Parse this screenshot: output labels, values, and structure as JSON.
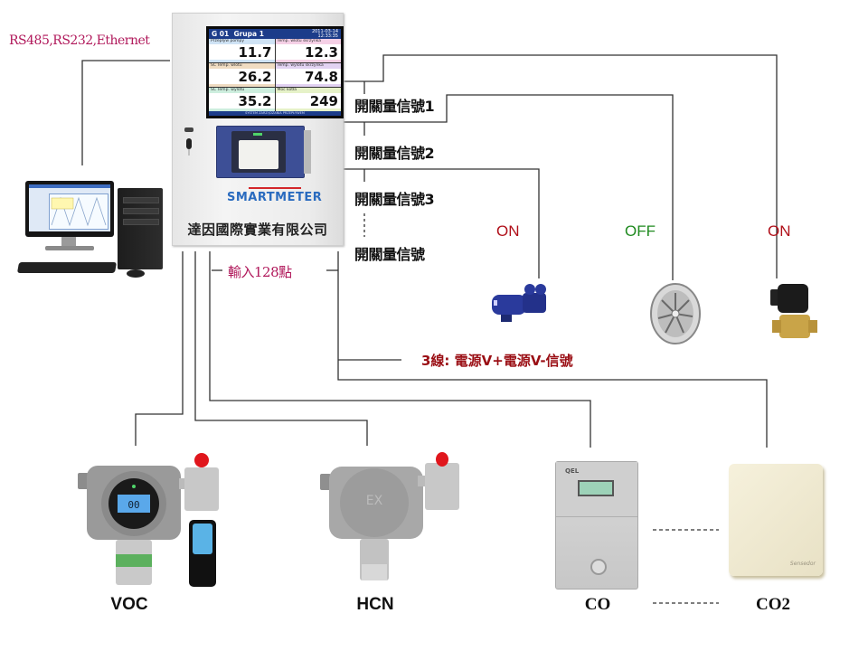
{
  "comm": {
    "label": "RS485,RS232,Ethernet"
  },
  "controller": {
    "screen": {
      "header_id": "G 01",
      "header_group": "Grupa 1",
      "header_date": "2011-03-14",
      "header_time": "12:33:35",
      "cells": [
        {
          "caption": "Przepływ pompy",
          "value": "11.7",
          "color": "#cfe3f5"
        },
        {
          "caption": "Temp. wlotu skrzynka",
          "value": "12.3",
          "color": "#f5d0e6"
        },
        {
          "caption": "SC Temp. wlotu",
          "value": "26.2",
          "color": "#f0dcc2"
        },
        {
          "caption": "Temp. wylotu skrzynka",
          "value": "74.8",
          "color": "#e2d2f2"
        },
        {
          "caption": "SC Temp. wylotu",
          "value": "35.2",
          "color": "#cdeede"
        },
        {
          "caption": "Moc kotła",
          "value": "249",
          "color": "#e6f2c8"
        }
      ],
      "footer": "SYSTEM ZARZĄDZANIA PRZEPŁYWEM"
    },
    "brand": "SMARTMETER",
    "company": "達因國際實業有限公司"
  },
  "signals": {
    "output_1": "開關量信號1",
    "output_2": "開關量信號2",
    "output_3": "開關量信號3",
    "output_n": "開關量信號"
  },
  "inputs": {
    "count_label": "輸入128點",
    "wiring_label": "3線: 電源V+電源V-信號"
  },
  "actuators": [
    {
      "name": "pump",
      "state": "ON",
      "state_color": "#b0101a"
    },
    {
      "name": "fan",
      "state": "OFF",
      "state_color": "#1f8a1f"
    },
    {
      "name": "solenoid-valve",
      "state": "ON",
      "state_color": "#b0101a"
    }
  ],
  "sensors": [
    {
      "name": "VOC"
    },
    {
      "name": "HCN"
    },
    {
      "name": "CO"
    },
    {
      "name": "CO2"
    }
  ],
  "colors": {
    "wire": "#222222",
    "label_red": "#b0175a",
    "wiring_label": "#9a0e14"
  }
}
